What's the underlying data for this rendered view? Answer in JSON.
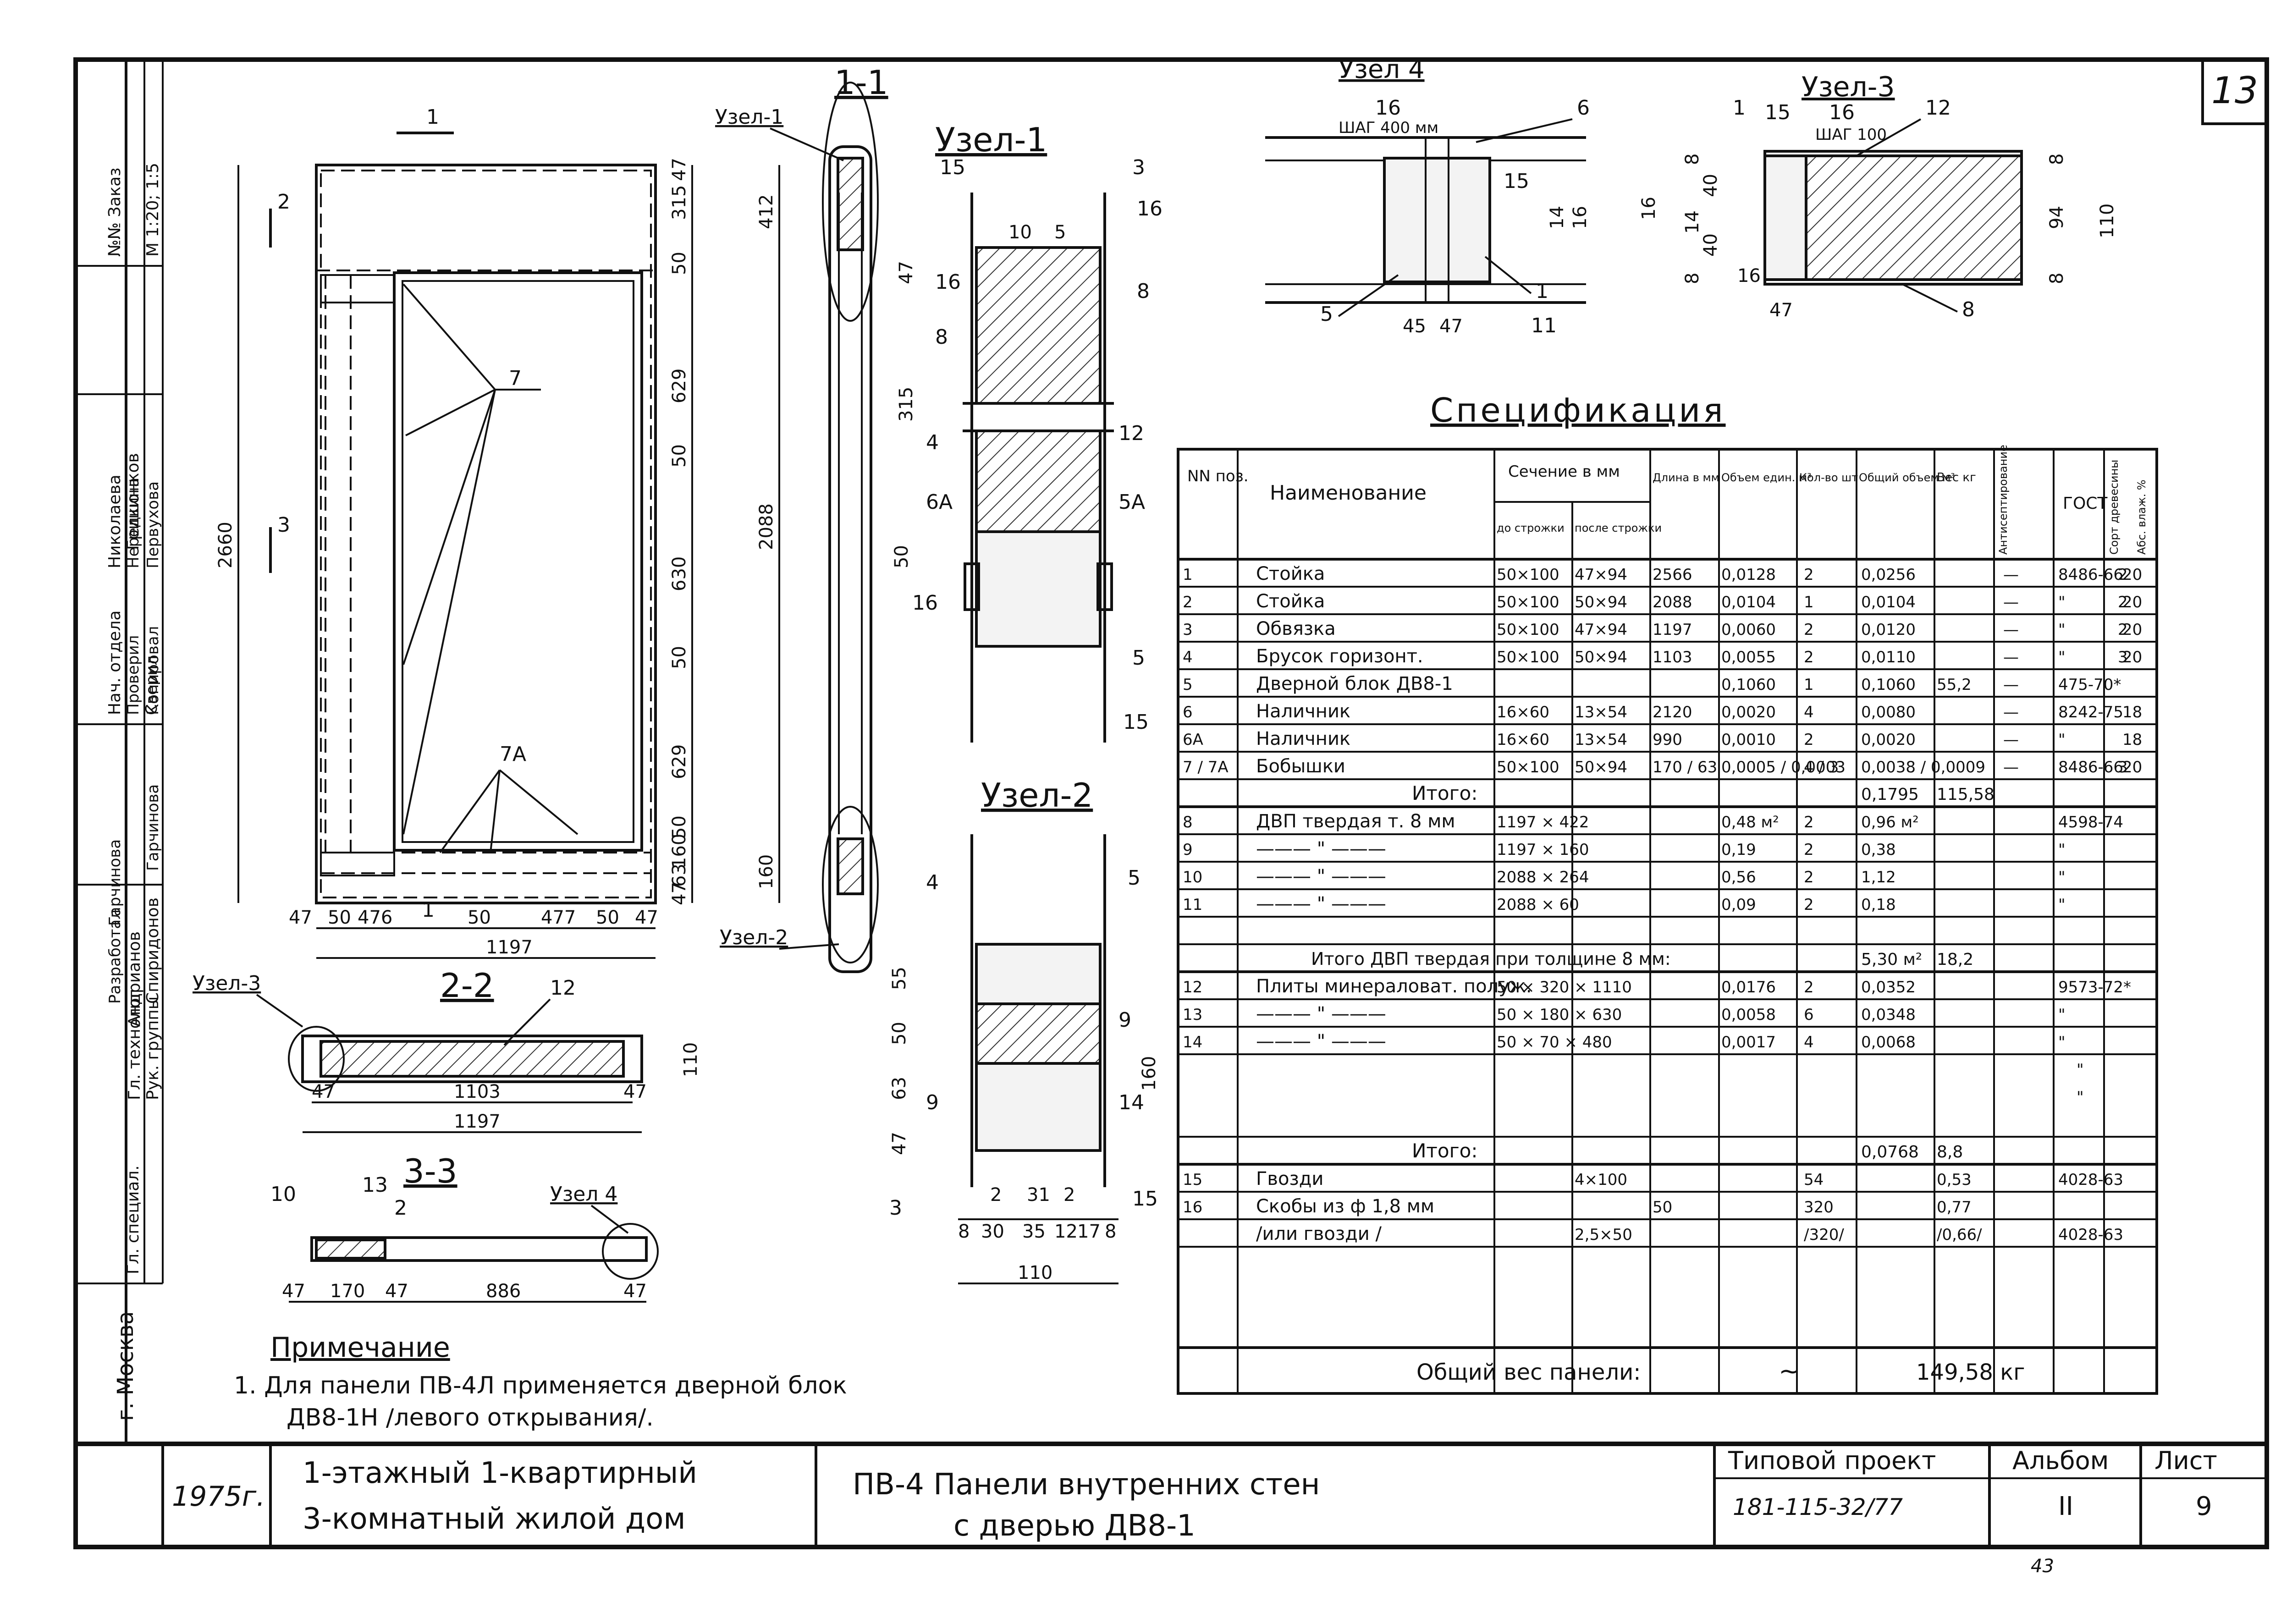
{
  "sheet_no": "13",
  "section_labels": {
    "s11": "1-1",
    "s22": "2-2",
    "s33": "3-3"
  },
  "nodes": {
    "n1": "Узел-1",
    "n2": "Узел-2",
    "n3": "Узел-3",
    "n4": "Узел 4",
    "n1_ref": "Узел-1",
    "n2_ref": "Узел-2",
    "n3_ref": "Узел-3",
    "n4_ref": "Узел 4"
  },
  "cut_marks": {
    "c1": "1",
    "c2": "2",
    "c3": "3",
    "c1b": "1"
  },
  "elevation": {
    "overall_h": "2660",
    "overall_w": "1197",
    "right_dims": [
      "47",
      "315",
      "50",
      "629",
      "50",
      "630",
      "50",
      "629",
      "50",
      "160",
      "63",
      "47"
    ],
    "h412": "412",
    "h2088": "2088",
    "h160": "160",
    "bottom_dims": [
      "47",
      "50",
      "476",
      "50",
      "477",
      "50",
      "47"
    ],
    "tag7": "7",
    "tag7a": "7А"
  },
  "section22": {
    "d1103": "1103",
    "d1197": "1197",
    "d47a": "47",
    "d47b": "47",
    "d110": "110",
    "tag12": "12"
  },
  "section33": {
    "tag10": "10",
    "tag13": "13",
    "tag2": "2",
    "d47a": "47",
    "d170": "170",
    "d47b": "47",
    "d886": "886",
    "d47c": "47"
  },
  "node1": {
    "t15": "15",
    "t3": "3",
    "t10": "10",
    "t5": "5",
    "t16a": "16",
    "t16b": "16",
    "t47": "47",
    "t8a": "8",
    "t8b": "8",
    "t315": "315",
    "t4": "4",
    "t12": "12",
    "t6a": "6А",
    "t5a": "5А",
    "t50": "50",
    "t16c": "16",
    "t5b": "5",
    "t15b": "15"
  },
  "node2": {
    "t4": "4",
    "t5": "5",
    "t55": "55",
    "t50": "50",
    "t63": "63",
    "t47": "47",
    "t9a": "9",
    "t9b": "9",
    "t14": "14",
    "t160": "160",
    "t3": "3",
    "t15": "15",
    "t2a": "2",
    "t2b": "2",
    "t31": "31",
    "bottom": [
      "8",
      "30",
      "35",
      "12",
      "17",
      "8"
    ],
    "t110": "110"
  },
  "node3": {
    "t1": "1",
    "t15": "15",
    "t16": "16",
    "t12": "12",
    "step": "ШАГ 100",
    "d8a": "8",
    "d40a": "40",
    "d14": "14",
    "d40b": "40",
    "d8b": "8",
    "d16a": "16",
    "d16b": "16",
    "d47": "47",
    "d8c": "8",
    "d94": "94",
    "d110": "110",
    "d8d": "8",
    "t8": "8"
  },
  "node4": {
    "t16": "16",
    "step": "ШАГ 400 мм",
    "t6": "6",
    "t15": "15",
    "t14": "14",
    "t16b": "16",
    "t5": "5",
    "t1": "1",
    "t45": "45",
    "t47": "47",
    "t11": "11"
  },
  "spec": {
    "title": "Спецификация",
    "headers": [
      "NN поз.",
      "Наименование",
      "Сечение в мм",
      "до строжки",
      "после строжки",
      "Длина в мм",
      "Объем един. м³",
      "Кол-во шт",
      "Общий объем м³",
      "Вес кг",
      "Антисептирование",
      "ГОСТ",
      "Сорт древесины",
      "Абс. влаж. %"
    ],
    "rows1": [
      {
        "n": "1",
        "name": "Стойка",
        "s1": "50×100",
        "s2": "47×94",
        "len": "2566",
        "vol": "0,0128",
        "q": "2",
        "tvol": "0,0256",
        "w": "",
        "a": "—",
        "gost": "8486-66",
        "sort": "2",
        "hum": "20"
      },
      {
        "n": "2",
        "name": "Стойка",
        "s1": "50×100",
        "s2": "50×94",
        "len": "2088",
        "vol": "0,0104",
        "q": "1",
        "tvol": "0,0104",
        "w": "",
        "a": "—",
        "gost": "\"",
        "sort": "2",
        "hum": "20"
      },
      {
        "n": "3",
        "name": "Обвязка",
        "s1": "50×100",
        "s2": "47×94",
        "len": "1197",
        "vol": "0,0060",
        "q": "2",
        "tvol": "0,0120",
        "w": "",
        "a": "—",
        "gost": "\"",
        "sort": "2",
        "hum": "20"
      },
      {
        "n": "4",
        "name": "Брусок горизонт.",
        "s1": "50×100",
        "s2": "50×94",
        "len": "1103",
        "vol": "0,0055",
        "q": "2",
        "tvol": "0,0110",
        "w": "",
        "a": "—",
        "gost": "\"",
        "sort": "3",
        "hum": "20"
      },
      {
        "n": "5",
        "name": "Дверной блок ДВ8-1",
        "s1": "",
        "s2": "",
        "len": "",
        "vol": "0,1060",
        "q": "1",
        "tvol": "0,1060",
        "w": "55,2",
        "a": "—",
        "gost": "475-70*",
        "sort": "",
        "hum": ""
      },
      {
        "n": "6",
        "name": "Наличник",
        "s1": "16×60",
        "s2": "13×54",
        "len": "2120",
        "vol": "0,0020",
        "q": "4",
        "tvol": "0,0080",
        "w": "",
        "a": "—",
        "gost": "8242-75",
        "sort": "",
        "hum": "18"
      },
      {
        "n": "6А",
        "name": "Наличник",
        "s1": "16×60",
        "s2": "13×54",
        "len": "990",
        "vol": "0,0010",
        "q": "2",
        "tvol": "0,0020",
        "w": "",
        "a": "—",
        "gost": "\"",
        "sort": "",
        "hum": "18"
      },
      {
        "n": "7 / 7А",
        "name": "Бобышки",
        "s1": "50×100",
        "s2": "50×94",
        "len": "170 / 63",
        "vol": "0,0005 / 0,0003",
        "q": "4 / 3",
        "tvol": "0,0038 / 0,0009",
        "w": "",
        "a": "—",
        "gost": "8486-66",
        "sort": "3",
        "hum": "20"
      }
    ],
    "total1_label": "Итого:",
    "total1_vol": "0,1795",
    "total1_w": "115,58",
    "rows2": [
      {
        "n": "8",
        "name": "ДВП твердая т. 8 мм",
        "s1": "1197 × 422",
        "vol": "0,48 м²",
        "q": "2",
        "tvol": "0,96 м²",
        "gost": "4598-74"
      },
      {
        "n": "9",
        "name": "——— \" ———",
        "s1": "1197 × 160",
        "vol": "0,19",
        "q": "2",
        "tvol": "0,38",
        "gost": "\""
      },
      {
        "n": "10",
        "name": "——— \" ———",
        "s1": "2088 × 264",
        "vol": "0,56",
        "q": "2",
        "tvol": "1,12",
        "gost": "\""
      },
      {
        "n": "11",
        "name": "——— \" ———",
        "s1": "2088 × 60",
        "vol": "0,09",
        "q": "2",
        "tvol": "0,18",
        "gost": "\""
      }
    ],
    "total2_label": "Итого ДВП твердая при толщине 8 мм:",
    "total2_vol": "5,30 м²",
    "total2_w": "18,2",
    "rows3": [
      {
        "n": "12",
        "name": "Плиты минераловат. полуж.",
        "s1": "50 × 320 × 1110",
        "vol": "0,0176",
        "q": "2",
        "tvol": "0,0352",
        "gost": "9573-72*"
      },
      {
        "n": "13",
        "name": "——— \" ———",
        "s1": "50 × 180 × 630",
        "vol": "0,0058",
        "q": "6",
        "tvol": "0,0348",
        "gost": "\""
      },
      {
        "n": "14",
        "name": "——— \" ———",
        "s1": "50 × 70 × 480",
        "vol": "0,0017",
        "q": "4",
        "tvol": "0,0068",
        "gost": "\""
      }
    ],
    "extra_quotes": [
      "\"",
      "\""
    ],
    "total3_label": "Итого:",
    "total3_vol": "0,0768",
    "total3_w": "8,8",
    "rows4": [
      {
        "n": "15",
        "name": "Гвозди",
        "s2": "4×100",
        "len": "",
        "q": "54",
        "w": "0,53",
        "gost": "4028-63"
      },
      {
        "n": "16",
        "name": "Скобы из ф 1,8 мм",
        "s2": "",
        "len": "50",
        "q": "320",
        "w": "0,77",
        "gost": ""
      },
      {
        "n": "",
        "name": "/или гвозди /",
        "s2": "2,5×50",
        "len": "",
        "q": "/320/",
        "w": "/0,66/",
        "gost": "4028-63"
      }
    ],
    "grand_label": "Общий вес панели:",
    "grand_tilde": "~",
    "grand_value": "149,58 кг"
  },
  "note": {
    "title": "Примечание",
    "text1": "1. Для панели ПВ-4Л применяется дверной блок",
    "text2": "ДВ8-1Н /левого открывания/."
  },
  "stamp_left": {
    "rows": [
      {
        "role": "Нач. отдела",
        "name": "Николаева"
      },
      {
        "role": "Гл. специал.",
        "name": "Гришонков"
      },
      {
        "role": "Гл. технолог",
        "name": "Андрианов"
      },
      {
        "role": "Рук. группы",
        "name": "Спиридонов"
      },
      {
        "role": "Разработал",
        "name": "Гарчинова"
      },
      {
        "role": "Проверил",
        "name": "Гарчинова"
      },
      {
        "role": "Сверил",
        "name": "Нередкина"
      },
      {
        "role": "Копировал",
        "name": "Первухова"
      }
    ],
    "order_label": "№№ Заказ",
    "scale": "М 1:20; 1:5",
    "city": "г. Москва"
  },
  "title_block": {
    "year": "1975г.",
    "house1": "1-этажный 1-квартирный",
    "house2": "3-комнатный жилой дом",
    "desc1": "ПВ-4 Панели внутренних стен",
    "desc2": "с дверью ДВ8-1",
    "project_label": "Типовой проект",
    "project_no": "181-115-32/77",
    "album_label": "Альбом",
    "album": "II",
    "sheet_label": "Лист",
    "sheet": "9"
  },
  "bottom_code": "43"
}
